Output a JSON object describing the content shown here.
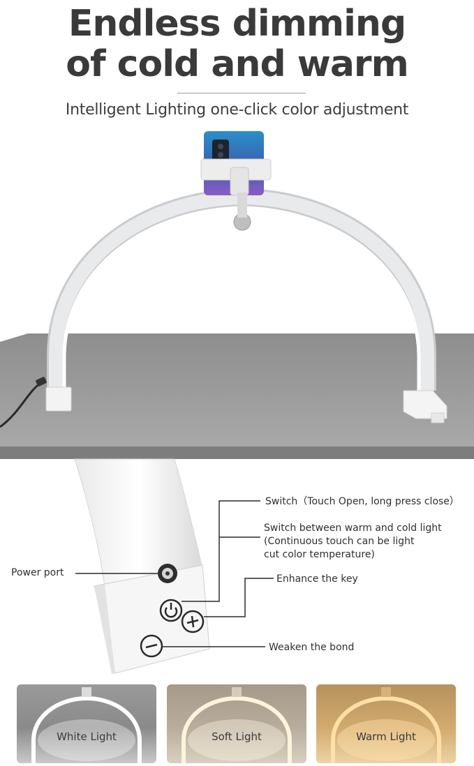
{
  "header": {
    "title_line1": "Endless dimming",
    "title_line2": "of cold and warm",
    "subtitle": "Intelligent Lighting one-click color adjustment"
  },
  "callouts": {
    "switch": "Switch（Touch Open, long press close）",
    "switch_warm_cold_line1": "Switch between warm and cold light",
    "switch_warm_cold_line2": "(Continuous touch can be light",
    "switch_warm_cold_line3": "cut color temperature)",
    "power_port": "Power port",
    "enhance": "Enhance the key",
    "weaken": "Weaken the bond"
  },
  "modes": [
    {
      "label": "White Light",
      "color": "#ffffff"
    },
    {
      "label": "Soft Light",
      "color": "#fff3dc"
    },
    {
      "label": "Warm Light",
      "color": "#ffd58a"
    }
  ],
  "colors": {
    "table": "#9c9c9c",
    "lamp": "#e4e6e8",
    "title": "#3a3a3a"
  }
}
